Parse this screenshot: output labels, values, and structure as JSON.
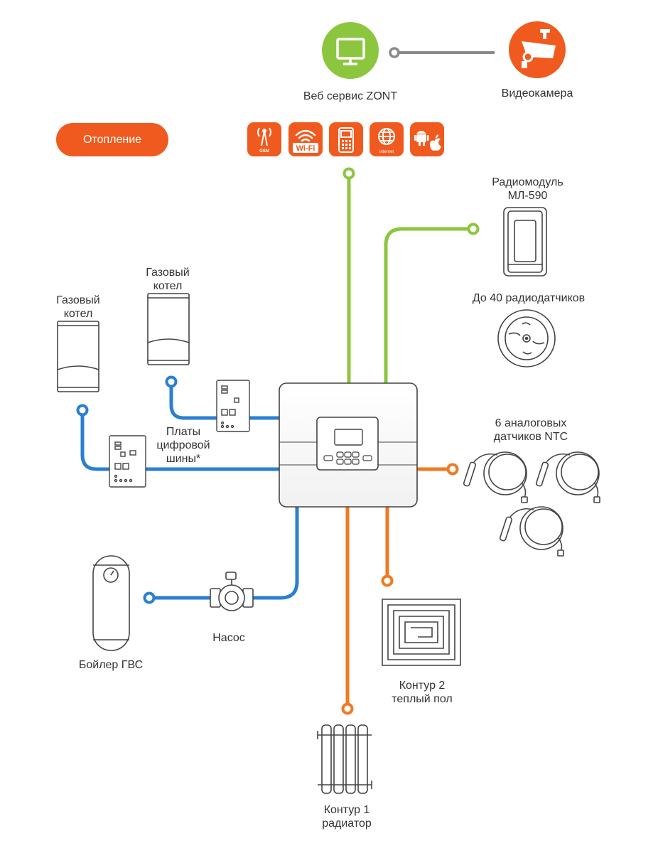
{
  "heating_button": "Отопление",
  "web_service": {
    "label": "Веб сервис ZONT",
    "icon": "monitor-icon"
  },
  "camera": {
    "label": "Видеокамера",
    "icon": "cctv-camera-icon"
  },
  "connectivity_tiles": [
    {
      "icon": "gsm-antenna-icon",
      "text": "GSM"
    },
    {
      "icon": "wifi-icon",
      "text": "Wi-Fi"
    },
    {
      "icon": "phone-keypad-icon",
      "text": ""
    },
    {
      "icon": "globe-icon",
      "text": "internet"
    },
    {
      "icon": "android-apple-icon",
      "text": ""
    }
  ],
  "radio_module": {
    "line1": "Радиомодуль",
    "line2": "МЛ-590"
  },
  "radio_sensors": "До 40 радиодатчиков",
  "boiler_1": {
    "line1": "Газовый",
    "line2": "котел"
  },
  "boiler_2": {
    "line1": "Газовый",
    "line2": "котел"
  },
  "bus_boards": {
    "line1": "Платы",
    "line2": "цифровой",
    "line3": "шины*"
  },
  "ntc_sensors": {
    "line1": "6 аналоговых",
    "line2": "датчиков NTC"
  },
  "dhw_boiler": "Бойлер ГВС",
  "pump": "Насос",
  "circuit_2": {
    "line1": "Контур 2",
    "line2": "теплый пол"
  },
  "circuit_1": {
    "line1": "Контур 1",
    "line2": "радиатор"
  },
  "colors": {
    "orange": "#f05a1e",
    "line_orange": "#f07a22",
    "green": "#8cc63f",
    "blue": "#2a7fd0",
    "outline": "#444444"
  }
}
